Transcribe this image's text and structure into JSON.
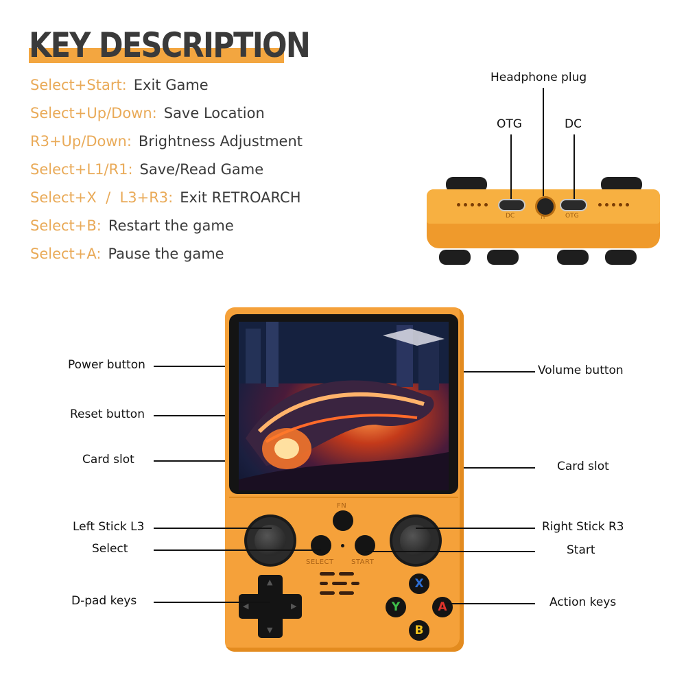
{
  "title": "KEY DESCRIPTION",
  "key_combos": [
    {
      "combo": "Select+Start:",
      "action": "Exit Game"
    },
    {
      "combo": "Select+Up/Down:",
      "action": "Save Location"
    },
    {
      "combo": "R3+Up/Down:",
      "action": "Brightness Adjustment"
    },
    {
      "combo": "Select+L1/R1:",
      "action": "Save/Read Game"
    },
    {
      "combo": "Select+X  /  L3+R3:",
      "action": "Exit RETROARCH"
    },
    {
      "combo": "Select+B:",
      "action": "Restart the game"
    },
    {
      "combo": "Select+A:",
      "action": "Pause the game"
    }
  ],
  "top_view": {
    "headphone_label": "Headphone plug",
    "otg_label": "OTG",
    "dc_label": "DC",
    "port_tag_left": "DC",
    "port_tag_mid": "∩",
    "port_tag_right": "OTG"
  },
  "device_text": {
    "fn": "FN",
    "select": "SELECT",
    "start": "START"
  },
  "face_buttons": {
    "x": {
      "letter": "X",
      "color": "#2d6fd6"
    },
    "y": {
      "letter": "Y",
      "color": "#3fbf4a"
    },
    "a": {
      "letter": "A",
      "color": "#e0342c"
    },
    "b": {
      "letter": "B",
      "color": "#f2c21b"
    }
  },
  "callouts": {
    "power_button": "Power button",
    "reset_button": "Reset button",
    "card_slot_left": "Card slot",
    "left_stick": "Left Stick L3",
    "select": "Select",
    "dpad": "D-pad keys",
    "volume_button": "Volume button",
    "card_slot_right": "Card slot",
    "right_stick": "Right Stick R3",
    "start": "Start",
    "action_keys": "Action keys"
  }
}
